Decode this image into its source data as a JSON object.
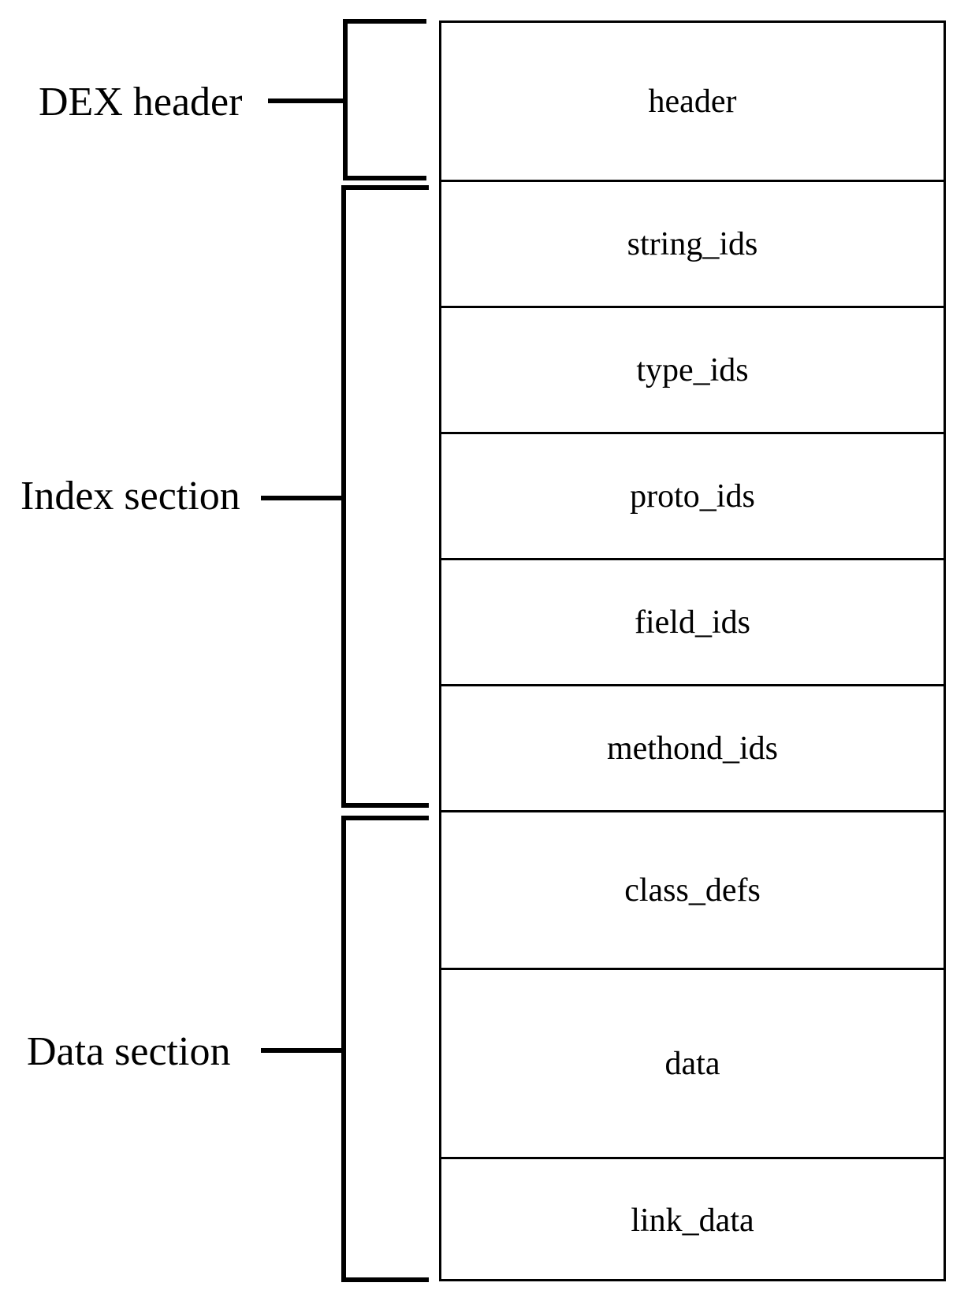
{
  "groups": [
    {
      "label": "DEX header"
    },
    {
      "label": "Index section"
    },
    {
      "label": "Data section"
    }
  ],
  "sections": [
    {
      "label": "header"
    },
    {
      "label": "string_ids"
    },
    {
      "label": "type_ids"
    },
    {
      "label": "proto_ids"
    },
    {
      "label": "field_ids"
    },
    {
      "label": "methond_ids"
    },
    {
      "label": "class_defs"
    },
    {
      "label": "data"
    },
    {
      "label": "link_data"
    }
  ]
}
